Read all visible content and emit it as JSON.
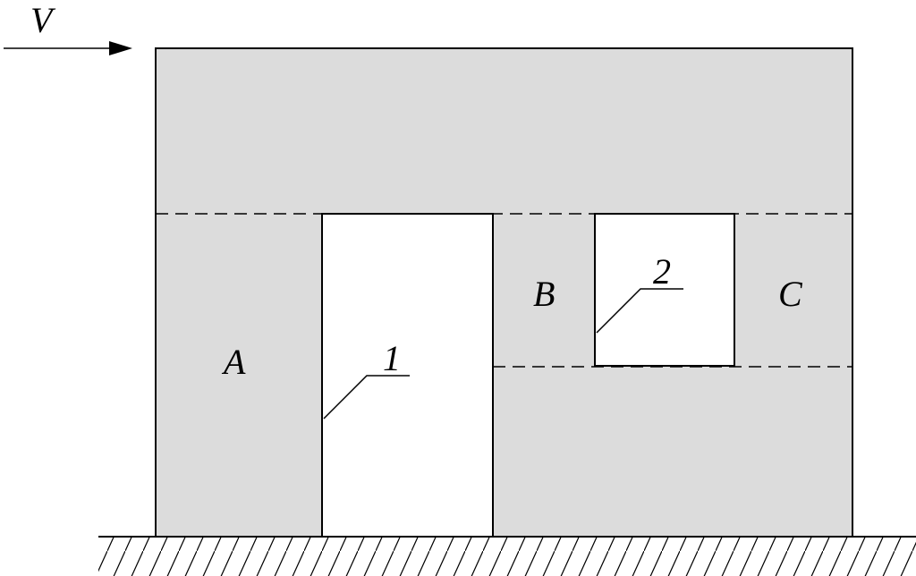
{
  "colors": {
    "wall_fill": "#dcdcdc",
    "opening_fill": "#ffffff",
    "line": "#000000",
    "background": "#ffffff"
  },
  "wind": {
    "label": "V"
  },
  "regions": {
    "a": "A",
    "b": "B",
    "c": "C"
  },
  "openings": {
    "door": {
      "label": "1"
    },
    "window": {
      "label": "2"
    }
  }
}
